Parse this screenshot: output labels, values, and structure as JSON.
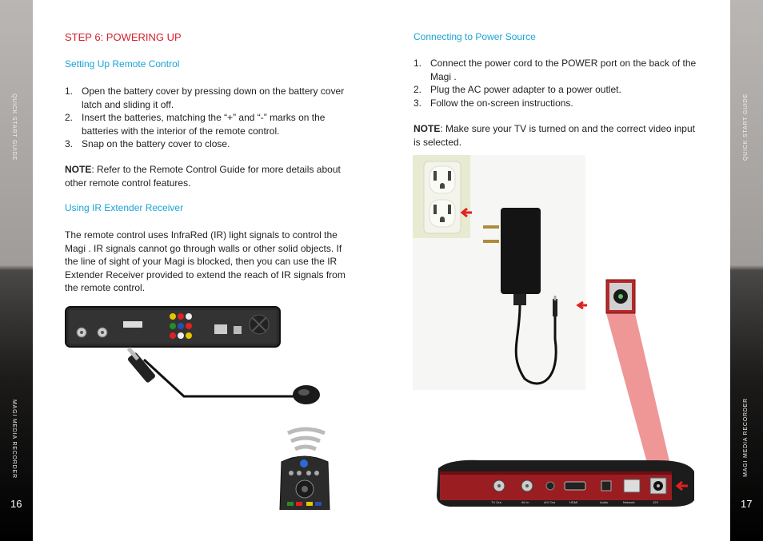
{
  "side": {
    "left_top": "QUICK START GUIDE",
    "left_bottom": "MAGI  MEDIA RECORDER",
    "right_top": "QUICK START GUIDE",
    "right_bottom": "MAGI  MEDIA RECORDER"
  },
  "page_left": "16",
  "page_right": "17",
  "step_title": "STEP 6: POWERING UP",
  "remote_section": {
    "heading": "Setting Up Remote Control",
    "steps": [
      {
        "num": "1.",
        "text": "Open the battery cover by pressing down on the battery cover latch and sliding it off."
      },
      {
        "num": "2.",
        "text": "Insert the batteries, matching the “+” and “-” marks on the batteries with the interior of the remote control."
      },
      {
        "num": "3.",
        "text": "Snap on the battery cover to close."
      }
    ],
    "note_label": "NOTE",
    "note_text": ": Refer to the Remote Control Guide for more details about other remote control features."
  },
  "ir_section": {
    "heading": "Using IR Extender Receiver",
    "body": "The remote control uses InfraRed (IR) light signals to control the Magi . IR signals cannot go through walls or other solid objects. If the line of sight of your Magi  is blocked, then you can use the IR Extender Receiver provided to extend the reach of IR signals from the remote control."
  },
  "power_section": {
    "heading": "Connecting to Power Source",
    "steps": [
      {
        "num": "1.",
        "text": "Connect the power cord to the POWER port on the back of the Magi ."
      },
      {
        "num": "2.",
        "text": "Plug the AC power adapter to a power outlet."
      },
      {
        "num": "3.",
        "text": "Follow the on-screen instructions."
      }
    ],
    "note_label": "NOTE",
    "note_text": ": Make sure your TV is turned on and the correct video input is selected."
  },
  "device_port_labels": [
    "TV Out",
    "AV In",
    "A/V Out",
    "HDMI",
    "Audio",
    "Network",
    "12V"
  ],
  "colors": {
    "heading_red": "#d4202d",
    "subheading_blue": "#1aa3d6",
    "arrow_red": "#e02020"
  }
}
